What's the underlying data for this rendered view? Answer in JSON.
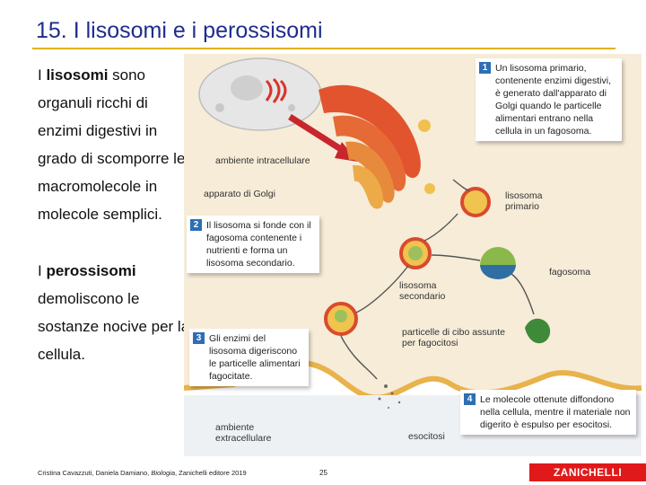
{
  "title": "15. I lisosomi e i perossisomi",
  "paragraph1": {
    "prefix": "I ",
    "term": "lisosomi",
    "rest": " sono organuli ricchi di enzimi digestivi in grado di scomporre le macromolecole in molecole semplici."
  },
  "paragraph2": {
    "prefix": "I ",
    "term": "perossisomi",
    "rest": " demoliscono le sostanze nocive per la cellula."
  },
  "figure": {
    "callouts": [
      {
        "num": "1",
        "text": "Un lisosoma primario, contenente enzimi digestivi, è generato dall'apparato di Golgi quando le particelle alimentari entrano nella cellula in un fagosoma."
      },
      {
        "num": "2",
        "text": "Il lisosoma si fonde con il fagosoma contenente i nutrienti e forma un lisosoma secondario."
      },
      {
        "num": "3",
        "text": "Gli enzimi del lisosoma digeriscono le particelle alimentari fagocitate."
      },
      {
        "num": "4",
        "text": "Le molecole ottenute diffondono nella cellula, mentre il materiale non digerito è espulso per esocitosi."
      }
    ],
    "labels": {
      "intracellular": "ambiente intracellulare",
      "golgi": "apparato di Golgi",
      "primary_lysosome": "lisosoma primario",
      "phagosome": "fagosoma",
      "secondary_lysosome": "lisosoma secondario",
      "food_particles": "particelle di cibo assunte per fagocitosi",
      "extracellular": "ambiente extracellulare",
      "exocytosis": "esocitosi"
    }
  },
  "footer": {
    "credit_prefix": "Cristina Cavazzuti, Daniela Damiano, ",
    "credit_book": "Biologia",
    "credit_suffix": ", Zanichelli editore 2019",
    "page": "25",
    "publisher": "ZANICHELLI"
  },
  "colors": {
    "title": "#1e2d8c",
    "rule": "#e4b20e",
    "callout_badge": "#2d6fb4",
    "logo_bg": "#e01a1a"
  }
}
